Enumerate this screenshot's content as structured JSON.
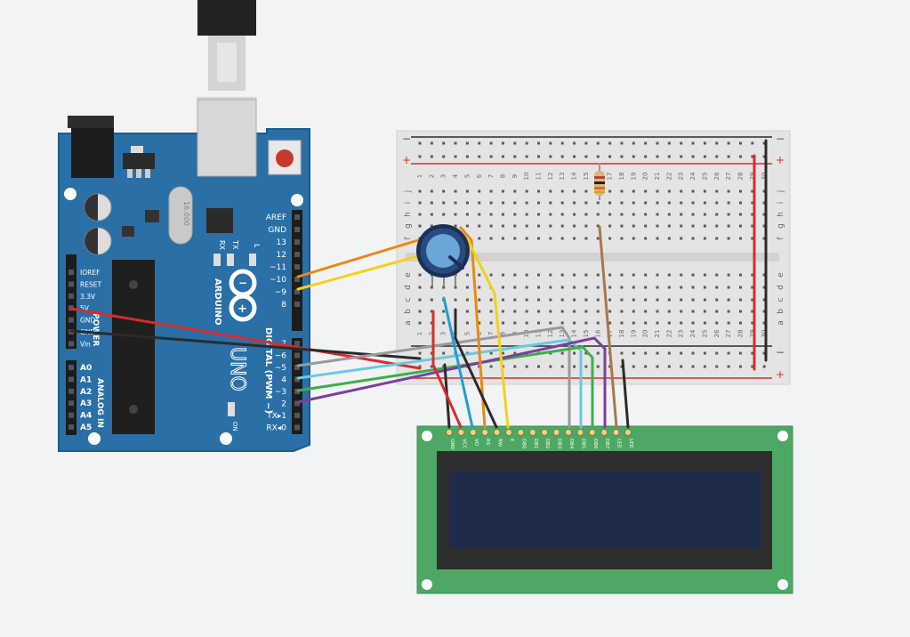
{
  "colors": {
    "canvas": "#f1f3f5",
    "arduino_board": "#2a6fa6",
    "breadboard": "#e6e6e6",
    "lcd_pcb": "#4ea764",
    "lcd_screen": "#1f2b4a",
    "wire_red": "#d92c2c",
    "wire_black": "#2b2b2b",
    "wire_orange": "#e88a14",
    "wire_yellow": "#f2d21a",
    "wire_blue": "#1f9fd6",
    "wire_gray": "#9a9a9a",
    "wire_lightblue": "#6cc9dd",
    "wire_green": "#3cae4a",
    "wire_purple": "#7a3fa0",
    "wire_brown": "#a8794a"
  },
  "arduino": {
    "brand": "ARDUINO",
    "model": "UNO",
    "crystal": "16.000",
    "digital_header_label": "DIGITAL (PWM ~)",
    "power_label": "POWER",
    "analog_label": "ANALOG IN",
    "on_label": "ON",
    "led_labels": [
      "RX",
      "TX",
      "L"
    ],
    "top_header_pins": [
      "AREF",
      "GND",
      "13",
      "12",
      "~11",
      "~10",
      "~9",
      "8"
    ],
    "bottom_header_pins": [
      "7",
      "~6",
      "~5",
      "4",
      "~3",
      "2",
      "TX▸1",
      "RX◂0"
    ],
    "power_pins": [
      "IOREF",
      "RESET",
      "3.3V",
      "5V",
      "GND",
      "GND",
      "Vin"
    ],
    "analog_pins": [
      "A0",
      "A1",
      "A2",
      "A3",
      "A4",
      "A5"
    ]
  },
  "breadboard": {
    "rail_minus": "−",
    "rail_plus": "+",
    "row_letters_top": [
      "j",
      "i",
      "h",
      "g",
      "f"
    ],
    "row_letters_bottom": [
      "e",
      "d",
      "c",
      "b",
      "a"
    ],
    "columns": [
      "1",
      "2",
      "3",
      "4",
      "5",
      "6",
      "7",
      "8",
      "9",
      "10",
      "11",
      "12",
      "13",
      "14",
      "15",
      "16",
      "17",
      "18",
      "19",
      "20",
      "21",
      "22",
      "23",
      "24",
      "25",
      "26",
      "27",
      "28",
      "29",
      "30"
    ]
  },
  "lcd": {
    "pins": [
      "GND",
      "VCC",
      "VO",
      "RS",
      "RW",
      "E",
      "DB0",
      "DB1",
      "DB2",
      "DB3",
      "DB4",
      "DB5",
      "DB6",
      "DB7",
      "LED",
      "LED"
    ]
  }
}
